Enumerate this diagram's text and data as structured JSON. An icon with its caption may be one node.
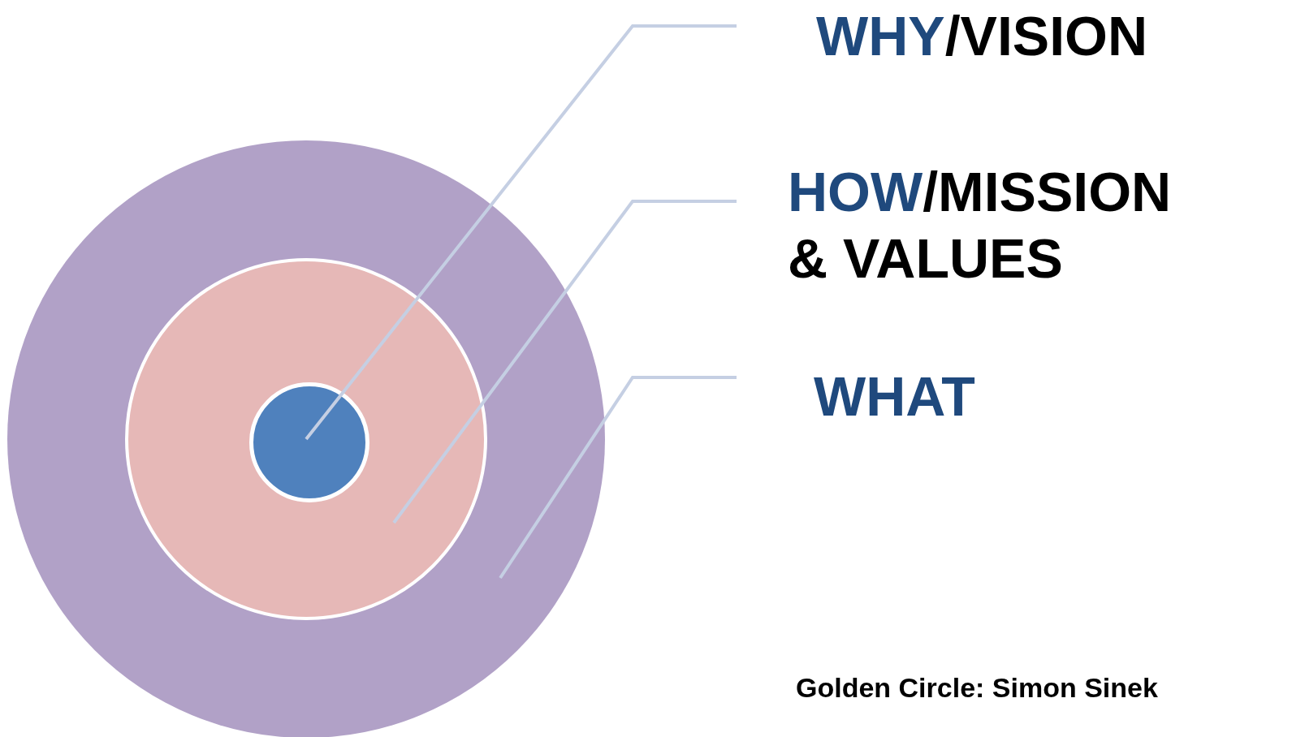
{
  "diagram": {
    "caption": "Golden Circle: Simon Sinek",
    "nodes": [
      {
        "text": [],
        "shape": "circle"
      },
      {
        "text": [],
        "shape": "circle",
        "in": 0
      },
      {
        "text": [],
        "shape": "circle",
        "in": 1
      },
      {
        "text": [
          "**WHY**/VISION"
        ]
      },
      {
        "text": [
          "**HOW**/MISSION & VALUES"
        ]
      },
      {
        "text": [
          "**WHAT**"
        ]
      }
    ],
    "edges": [
      {
        "from": 3,
        "to": 2,
        "arrow": "none"
      },
      {
        "from": 4,
        "to": 1,
        "arrow": "none"
      },
      {
        "from": 5,
        "to": 0,
        "arrow": "none"
      }
    ]
  }
}
